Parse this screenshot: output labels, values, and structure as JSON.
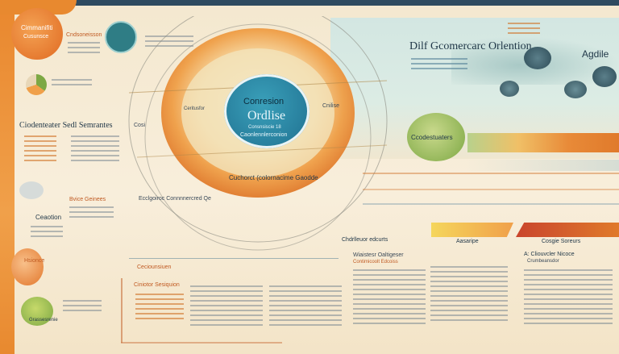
{
  "top_bar": {
    "color": "#2e4a5f"
  },
  "left_stripe": {
    "color": "#e8892f"
  },
  "panel_top_left": {
    "title": "Cimmanifiti",
    "subtitle": "Cusunsce"
  },
  "panel_top_left_2": {
    "title": "Cndsoneisson"
  },
  "central_circle": {
    "title": "Conresion",
    "subtitle": "Ordlise",
    "line1": "Consnsiscie 18",
    "line2": "Caonlennlerconion"
  },
  "top_right": {
    "title": "Dilf Gcomercarc Orlention",
    "side_label": "Agdile"
  },
  "left_heading": "Ciodenteater Sedl Semrantes",
  "left_heading_tag": "Cosi",
  "left_section_2": {
    "label": "Ceaotion",
    "sub": "Bvice Geinees"
  },
  "left_section_3": {
    "label": "Hsionce"
  },
  "mid_label_1": "Ecclgoiroc Connnnercred Qe",
  "mid_label_2": "Ceciounsiuen",
  "mid_label_3": "Ciniotor Sesiquion",
  "mid_label_4": "Grassesrenie",
  "center_banner": "Cuchorct (colornacime Gaodde",
  "right_bubble": "Ccodestuaters",
  "lower_labels": {
    "col1": "Chdrlleuor edcurts",
    "col1_sub": "Wiaistesr Oaltigeser",
    "col1_sub2": "Contimicoolt Edcoiss",
    "col2": "Aasaripe",
    "col3": "Cosgie Soreurs",
    "col3_sub": "A: Cliouvcler Nicoce",
    "col3_sub2": "Crumbeansdor"
  },
  "small_tag_1": "Cnilise",
  "small_tag_2": "Ceritusfor",
  "icons": [
    "globe-icon",
    "pie-chart-icon",
    "cloud-icon",
    "leaf-icon",
    "map-icon"
  ]
}
